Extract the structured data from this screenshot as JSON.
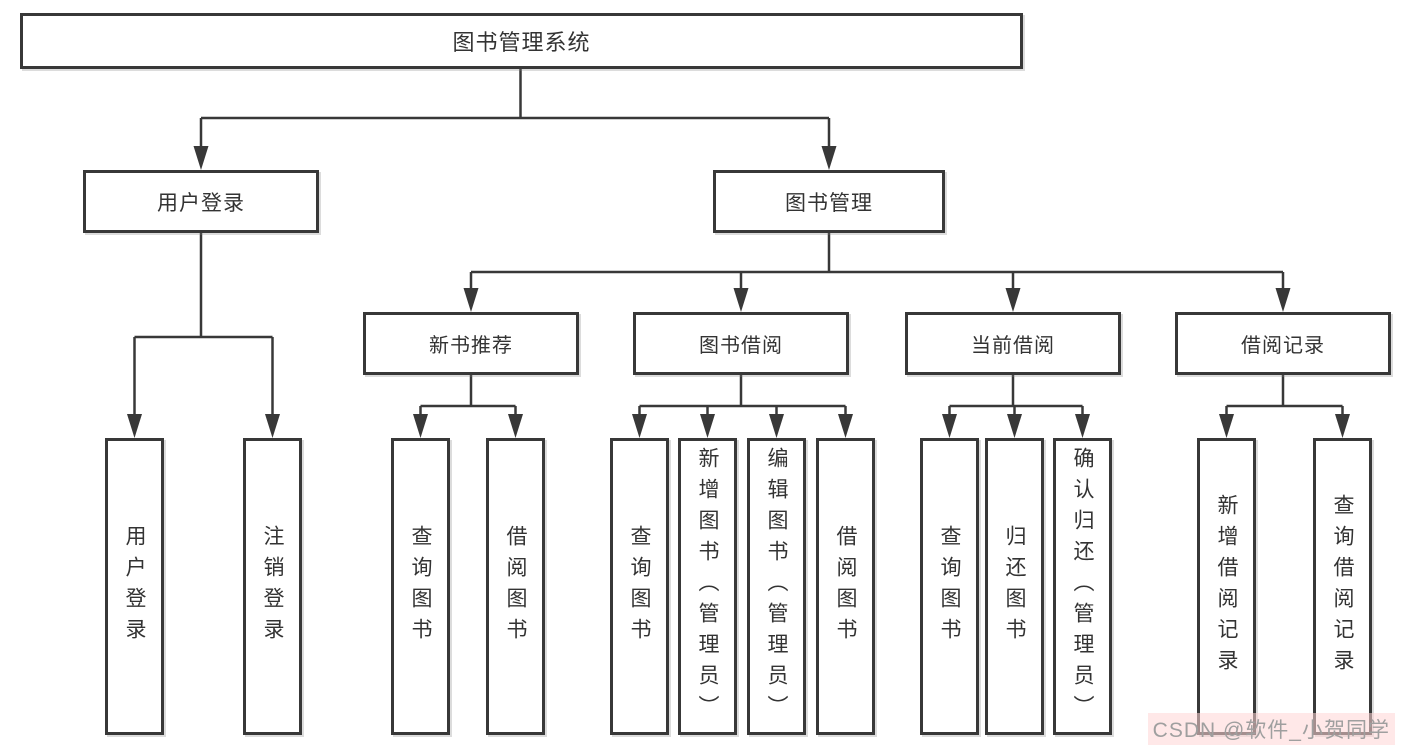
{
  "tree": {
    "root": {
      "label": "图书管理系统"
    },
    "level2": [
      {
        "id": "user-login",
        "label": "用户登录"
      },
      {
        "id": "book-mgmt",
        "label": "图书管理"
      }
    ],
    "level3": [
      {
        "id": "new-book",
        "label": "新书推荐",
        "parent": "book-mgmt"
      },
      {
        "id": "book-borrow",
        "label": "图书借阅",
        "parent": "book-mgmt"
      },
      {
        "id": "current-borrow",
        "label": "当前借阅",
        "parent": "book-mgmt"
      },
      {
        "id": "borrow-records",
        "label": "借阅记录",
        "parent": "book-mgmt"
      }
    ],
    "leaves": [
      {
        "id": "user-login-leaf",
        "label": "用户登录",
        "parent": "user-login"
      },
      {
        "id": "logout",
        "label": "注销登录",
        "parent": "user-login"
      },
      {
        "id": "nb-query-book",
        "label": "查询图书",
        "parent": "new-book"
      },
      {
        "id": "nb-borrow-book",
        "label": "借阅图书",
        "parent": "new-book"
      },
      {
        "id": "bb-query-book",
        "label": "查询图书",
        "parent": "book-borrow"
      },
      {
        "id": "bb-add-book-admin",
        "label": "新增图书（管理员）",
        "parent": "book-borrow"
      },
      {
        "id": "bb-edit-book-admin",
        "label": "编辑图书（管理员）",
        "parent": "book-borrow"
      },
      {
        "id": "bb-borrow-book",
        "label": "借阅图书",
        "parent": "book-borrow"
      },
      {
        "id": "cb-query-book",
        "label": "查询图书",
        "parent": "current-borrow"
      },
      {
        "id": "cb-return-book",
        "label": "归还图书",
        "parent": "current-borrow"
      },
      {
        "id": "cb-confirm-return-admin",
        "label": "确认归还（管理员）",
        "parent": "current-borrow"
      },
      {
        "id": "br-add-record",
        "label": "新增借阅记录",
        "parent": "borrow-records"
      },
      {
        "id": "br-query-record",
        "label": "查询借阅记录",
        "parent": "borrow-records"
      }
    ]
  },
  "watermark": {
    "text": "CSDN @软件_小贺同学"
  },
  "colors": {
    "line": "#383838",
    "text": "#333333",
    "watermark_text": "#9f9f9f",
    "watermark_bg": "#ffd6d6",
    "background": "#ffffff"
  }
}
